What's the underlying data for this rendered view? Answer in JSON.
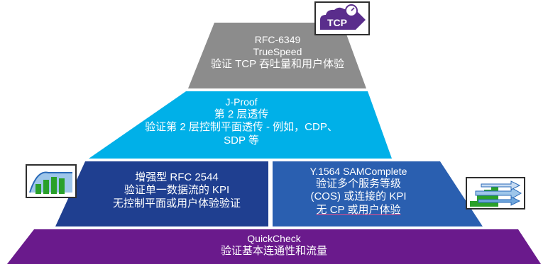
{
  "tiers": {
    "truespeed": {
      "lines": [
        "RFC-6349",
        "TrueSpeed",
        "验证 TCP 吞吐量和用户体验"
      ],
      "color": "#8c8c8c"
    },
    "jproof": {
      "lines": [
        "J-Proof",
        "第 2 层透传",
        "验证第 2 层控制平面透传 - 例如，CDP、",
        "SDP 等"
      ],
      "color": "#00b0e8"
    },
    "rfc2544": {
      "lines": [
        "增强型 RFC 2544",
        "验证单一数据流的 KPI",
        "无控制平面或用户体验验证"
      ],
      "color": "#1f3f90"
    },
    "y1564": {
      "lines": [
        "Y.1564 SAMComplete",
        "验证多个服务等级",
        "(COS) 或连接的 KPI",
        "无 CP 或用户体验"
      ],
      "color": "#2a5fb0"
    },
    "quickcheck": {
      "lines": [
        "QuickCheck",
        "验证基本连通性和流量"
      ],
      "color": "#6a1a8c"
    }
  },
  "icons": {
    "tcp": {
      "label": "TCP",
      "name": "tcp-speed-badge-icon"
    },
    "bar_chart": {
      "name": "bar-chart-icon"
    },
    "staircase": {
      "name": "staircase-arrows-icon"
    }
  }
}
